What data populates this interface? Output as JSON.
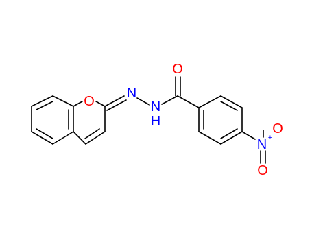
{
  "molecule": {
    "atom_labels": {
      "ring_oxygen": "O",
      "imine_nitrogen": "N",
      "amide_nitrogen": "N",
      "amide_hydrogen": "H",
      "carbonyl_oxygen": "O",
      "nitro_nitrogen": "N",
      "nitro_oxygen_top": "O",
      "nitro_oxygen_bottom": "O",
      "nitro_nitrogen_charge": "+",
      "nitro_oxygen_charge": "−"
    },
    "colors": {
      "bond": "#000000",
      "oxygen": "#ff0000",
      "nitrogen": "#0000ff"
    }
  }
}
